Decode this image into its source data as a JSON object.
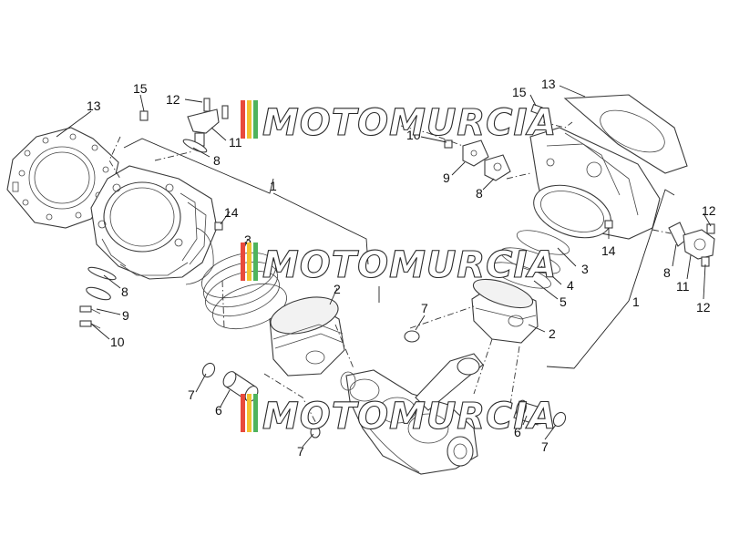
{
  "watermark": {
    "text": "MOTOMURCIA"
  },
  "callouts": {
    "c13_left": "13",
    "c15_left": "15",
    "c12_left": "12",
    "c11_left": "11",
    "c8_left_top": "8",
    "c1_left": "1",
    "c14_left": "14",
    "c3_left": "3",
    "c8_left_bottom": "8",
    "c9_left": "9",
    "c10_left": "10",
    "c2_left": "2",
    "c7_left_top": "7",
    "c6_left": "6",
    "c7_left_bottom": "7",
    "c15_right": "15",
    "c13_right": "13",
    "c10_right": "10",
    "c9_right": "9",
    "c8_right_mid": "8",
    "c14_right": "14",
    "c3_right": "3",
    "c4_right": "4",
    "c5_right": "5",
    "c2_right": "2",
    "c7_right_top": "7",
    "c1_right": "1",
    "c12_right_top": "12",
    "c8_right_side": "8",
    "c11_right": "11",
    "c12_right_bottom": "12",
    "c6_right": "6",
    "c7_right_bottom": "7"
  }
}
